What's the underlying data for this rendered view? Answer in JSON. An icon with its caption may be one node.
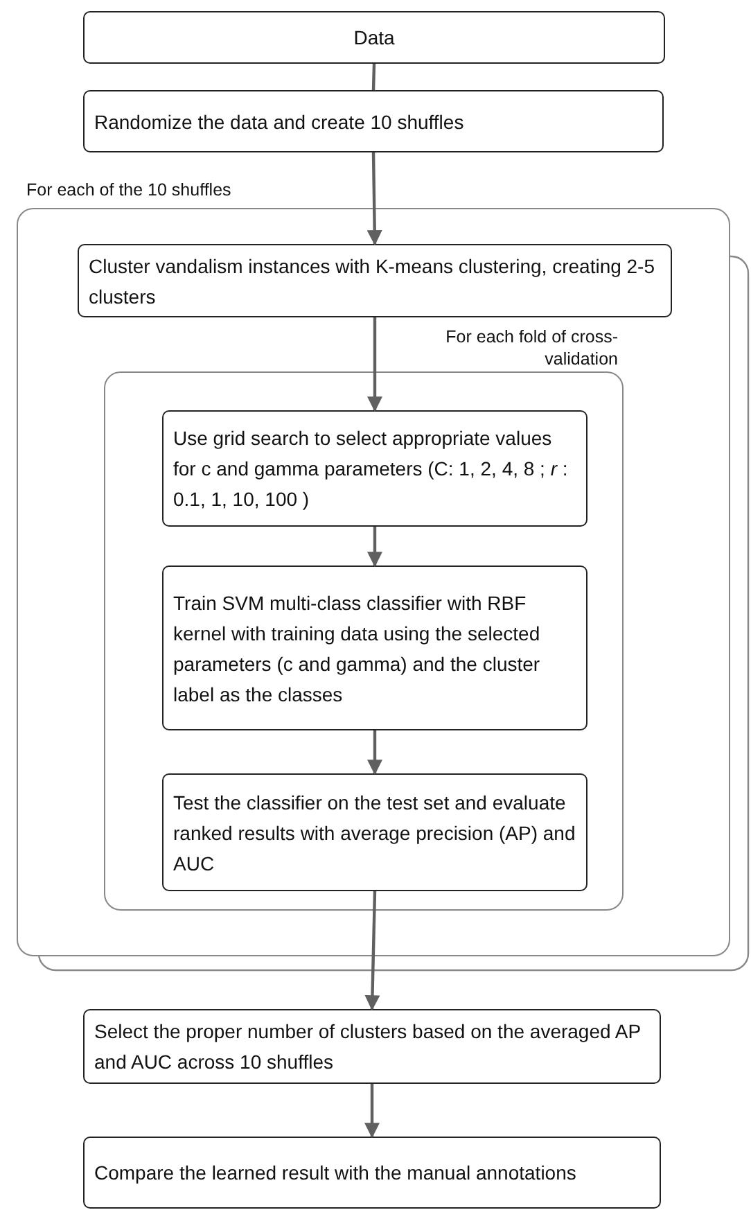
{
  "diagram": {
    "nodes": [
      {
        "text": [
          "Data"
        ]
      },
      {
        "text": [
          "Randomize the data and create 10 shuffles"
        ]
      },
      {
        "text": [
          "For each of the 10 shuffles"
        ]
      },
      {
        "text": [
          "Cluster vandalism instances with K-means clustering, creating 2-5 clusters"
        ],
        "in": 2
      },
      {
        "text": [
          "For each fold of cross-validation"
        ],
        "in": 2
      },
      {
        "text": [
          "Use grid search to select appropriate values for c and gamma parameters (C: 1, 2, 4, 8 ; *r* : 0.1, 1, 10, 100 )"
        ],
        "in": 4
      },
      {
        "text": [
          "Train SVM multi-class classifier with RBF kernel with training data using the selected parameters (c and gamma) and the cluster label as the classes"
        ],
        "in": 4
      },
      {
        "text": [
          "Test the classifier on the test set and evaluate ranked results with average precision (AP) and AUC"
        ],
        "in": 4
      },
      {
        "text": [
          "Select the proper number of clusters based on the averaged AP and AUC across 10 shuffles"
        ]
      },
      {
        "text": [
          "Compare the learned result with the manual annotations"
        ]
      }
    ],
    "edges": [
      {
        "from": 0,
        "to": 1,
        "arrow": "none"
      },
      {
        "from": 1,
        "to": 3,
        "arrow": "to"
      },
      {
        "from": 3,
        "to": 5,
        "arrow": "to"
      },
      {
        "from": 5,
        "to": 6,
        "arrow": "to"
      },
      {
        "from": 6,
        "to": 7,
        "arrow": "to"
      },
      {
        "from": 7,
        "to": 8,
        "arrow": "to"
      },
      {
        "from": 8,
        "to": 9,
        "arrow": "to"
      }
    ]
  }
}
